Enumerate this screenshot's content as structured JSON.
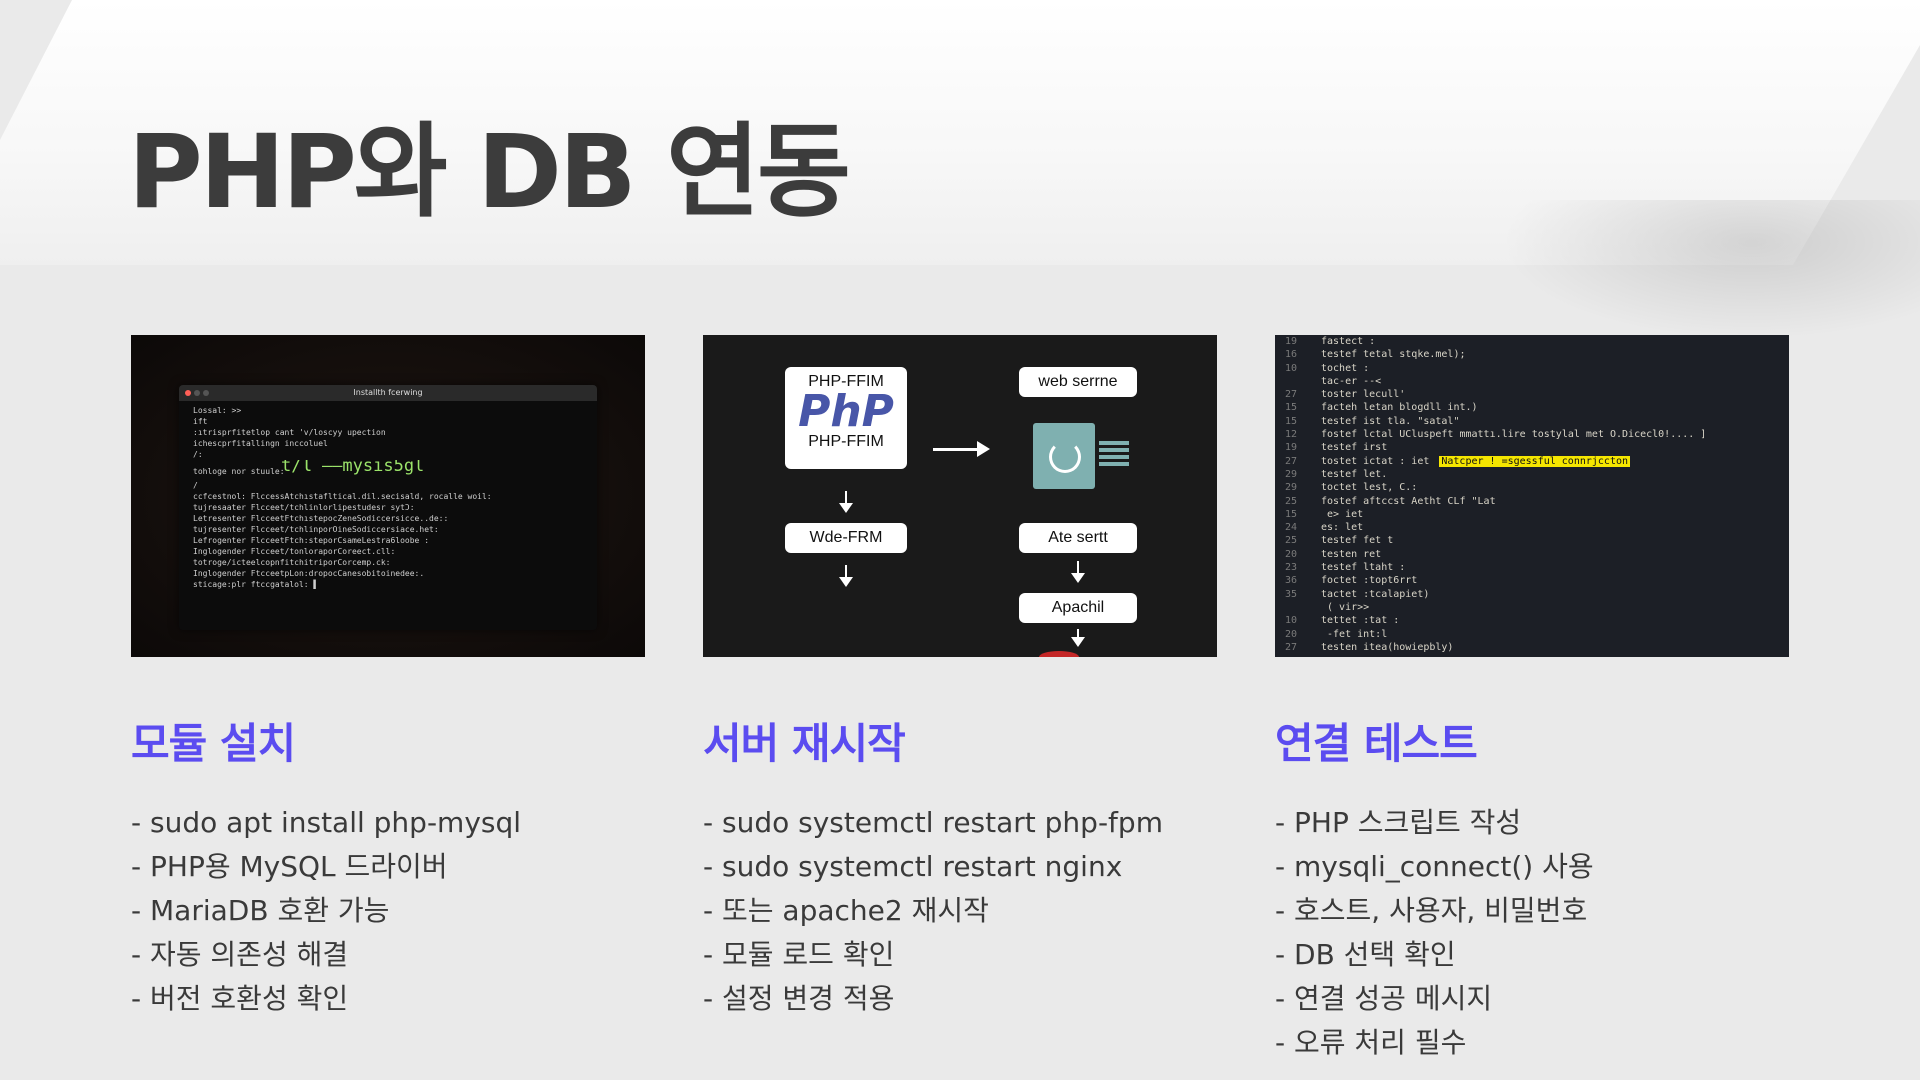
{
  "title": "PHP와 DB 연동",
  "columns": [
    {
      "heading": "모듈 설치",
      "bullets": [
        "- sudo apt install php-mysql",
        "- PHP용 MySQL 드라이버",
        "- MariaDB 호환 가능",
        "- 자동 의존성 해결",
        "- 버전 호환성 확인"
      ],
      "screenshot": {
        "window_title": "Installth fcerwing",
        "lines": [
          "Lossal: >>",
          "ift",
          ":ıtrisprfitetlop cant 'v/loscyy  upection",
          "ichescprfitallingn inccoluel",
          "/:"
        ],
        "highlight": "t/Ɩ ——mysis5gl",
        "prompt": "tohloge nor stuule:",
        "lines2": [
          "/",
          "ccfcestnol: FlccessAtchıstafltical.dil.secisald, rocalle woil:",
          "tujresaater Flcceet/tchlinlorlipestudesr sytƆ:",
          "Letresenter FlcceetFtchıstepocZeneSodiccersicce..de::",
          "tujresenter Flcceet/tchlinporOineSodiccersiace.het:",
          "Lefrogenter FlcceetFtch:steporCsameLestra6loobe :",
          "Inglogender Flcceet/tonloraporCoreect.cll:",
          "totroge/icteelcopnfitchitriporCorcemp.ck:",
          "Inglogender FtcceetpLon:dropocCanesobitoinedee:.",
          "sticage:plr ftccgatalol: ▌"
        ]
      }
    },
    {
      "heading": "서버 재시작",
      "bullets": [
        "- sudo systemctl restart php-fpm",
        "- sudo systemctl restart nginx",
        "- 또는 apache2 재시작",
        "- 모듈 로드 확인",
        "- 설정 변경 적용"
      ],
      "screenshot": {
        "php_box_top": "PHP-FFIM",
        "php_logo": "PhP",
        "php_box_bottom": "PHP-FFIM",
        "left_box2": "Wde-FRM",
        "right_box1": "web serrne",
        "right_box2": "Ate sertt",
        "right_box3": "Apachil"
      }
    },
    {
      "heading": "연결 테스트",
      "bullets": [
        "- PHP 스크립트 작성",
        "- mysqli_connect() 사용",
        "- 호스트, 사용자, 비밀번호",
        "- DB 선택 확인",
        "- 연결 성공 메시지",
        "- 오류 처리 필수"
      ],
      "screenshot": {
        "highlight_text": "Natcper ! =sgessful connrjccton",
        "lines": [
          {
            "n": "19",
            "t": "fastect :"
          },
          {
            "n": "16",
            "t": "testef tetal stqke.mel);"
          },
          {
            "n": "10",
            "t": "tochet :"
          },
          {
            "n": "",
            "t": "tac-er --<"
          },
          {
            "n": "27",
            "t": "toster lecull'"
          },
          {
            "n": "15",
            "t": "facteh letan blogdll int.)"
          },
          {
            "n": "15",
            "t": "testef ist tla. \"satal\""
          },
          {
            "n": "12",
            "t": "fostef lctal UCluspeft mmattı.lire tostylal met O.Dicecl0!.... ]"
          },
          {
            "n": "19",
            "t": "testef irst"
          },
          {
            "n": "27",
            "t": "tostet ictat : iet"
          },
          {
            "n": "29",
            "t": "testef let."
          },
          {
            "n": "29",
            "t": "toctet lest, C.:"
          },
          {
            "n": "25",
            "t": "fostef aftccst Aetht CLf \"Lat"
          },
          {
            "n": "15",
            "t": "   e>   iet"
          },
          {
            "n": "24",
            "t": "es:     let"
          },
          {
            "n": "25",
            "t": "testef fet t"
          },
          {
            "n": "20",
            "t": "testen ret"
          },
          {
            "n": "23",
            "t": "testef ltaht :"
          },
          {
            "n": "36",
            "t": "foctet :topt6rrt"
          },
          {
            "n": "35",
            "t": "tactet :tcalapiet)"
          },
          {
            "n": "",
            "t": "              ( vir>>"
          },
          {
            "n": "10",
            "t": "tettet :tat :"
          },
          {
            "n": "20",
            "t": "  -fet int:l"
          },
          {
            "n": "27",
            "t": "testen itea(howiepbly)"
          }
        ]
      }
    }
  ]
}
